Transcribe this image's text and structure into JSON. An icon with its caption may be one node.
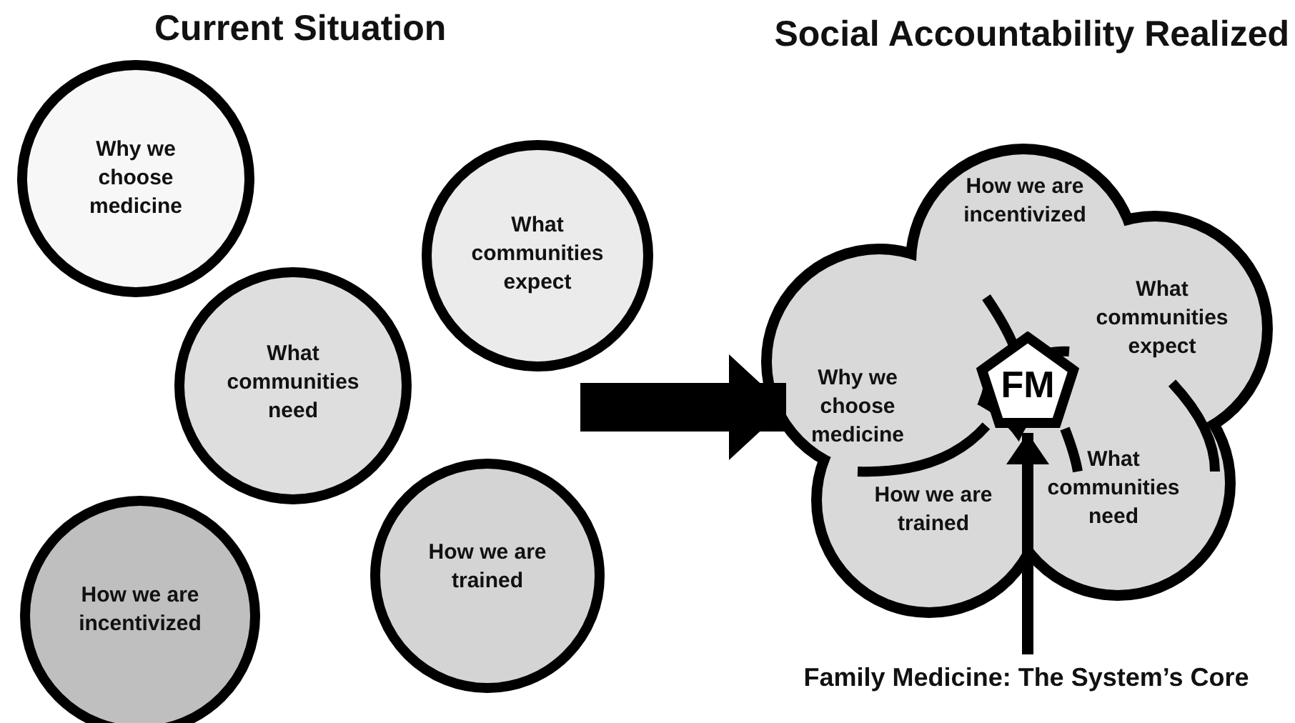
{
  "diagram": {
    "nodes": [
      {
        "text": [
          "Why we choose medicine"
        ]
      },
      {
        "text": [
          "What communities expect"
        ]
      },
      {
        "text": [
          "What communities need"
        ]
      },
      {
        "text": [
          "How we are incentivized"
        ]
      },
      {
        "text": [
          "How we are trained"
        ]
      },
      {
        "text": [
          "How we are incentivized"
        ]
      },
      {
        "text": [
          "Why we choose medicine"
        ]
      },
      {
        "text": [
          "What communities expect"
        ]
      },
      {
        "text": [
          "How we are trained"
        ]
      },
      {
        "text": [
          "What communities need"
        ]
      },
      {
        "text": [
          "FM"
        ]
      },
      {
        "text": [
          "Family Medicine: The System’s Core"
        ]
      }
    ],
    "edges": [
      {
        "from": null,
        "to": 6,
        "arrow": "to",
        "style": "thick"
      },
      {
        "from": 11,
        "to": 10,
        "arrow": "to"
      }
    ],
    "labels": [
      "Current Situation",
      "Social Accountability Realized"
    ]
  }
}
